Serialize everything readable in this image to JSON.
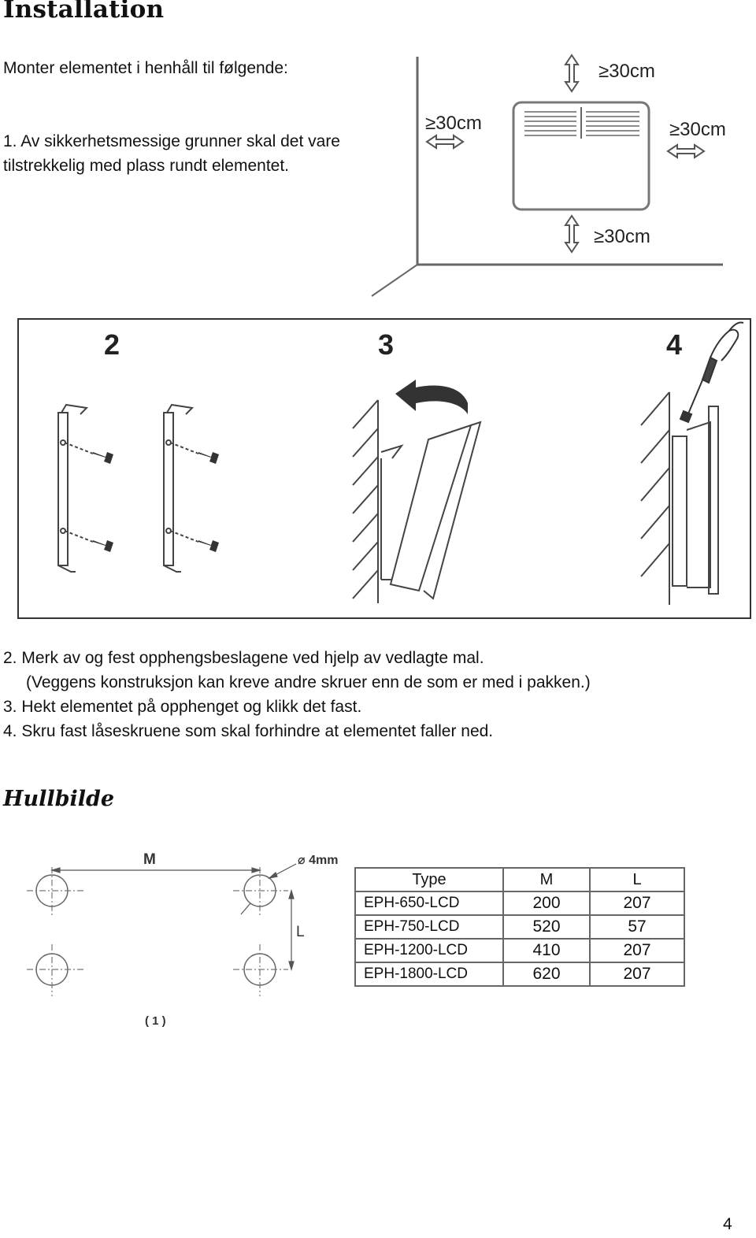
{
  "heading": "Installation",
  "intro": "Monter elementet i henhåll til følgende:",
  "step1": "1. Av sikkerhetsmessige grunner skal det vare tilstrekkelig med plass rundt elementet.",
  "clearance_label": "≥30cm",
  "figure_numbers": [
    "2",
    "3",
    "4"
  ],
  "steps": {
    "s2": "2. Merk av og fest opphengsbeslagene ved hjelp av vedlagte mal.",
    "s2_note": "(Veggens konstruksjon kan kreve andre skruer enn de som er med i pakken.)",
    "s3": "3. Hekt elementet på opphenget og klikk det fast.",
    "s4": "4. Skru fast låseskruene som skal forhindre at elementet faller ned."
  },
  "hullbilde": {
    "title": "Hullbilde",
    "label_m": "M",
    "label_l": "L",
    "hole_label": "⌀ 4mm",
    "figure_label": "( 1 )"
  },
  "table": {
    "headers": [
      "Type",
      "M",
      "L"
    ],
    "rows": [
      [
        "EPH-650-LCD",
        "200",
        "207"
      ],
      [
        "EPH-750-LCD",
        "520",
        "57"
      ],
      [
        "EPH-1200-LCD",
        "410",
        "207"
      ],
      [
        "EPH-1800-LCD",
        "620",
        "207"
      ]
    ]
  },
  "page_number": "4"
}
